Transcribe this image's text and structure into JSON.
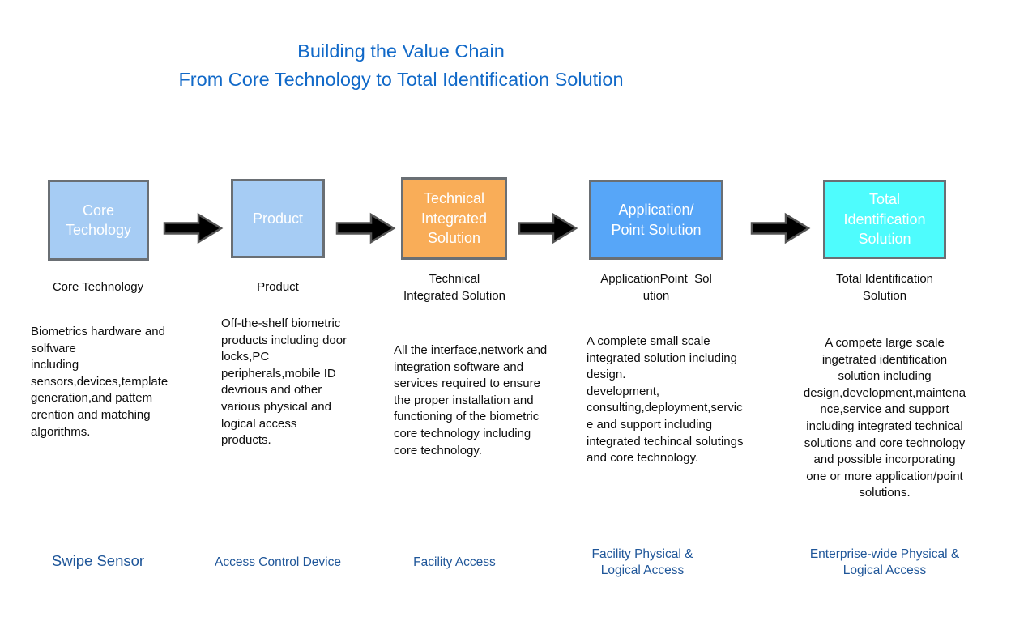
{
  "title": {
    "text": "Building the Value Chain\nFrom Core Technology to Total Identification Solution",
    "color": "#1169c8"
  },
  "colors": {
    "light_blue_box": "#a6ccf4",
    "orange_box": "#f9ad58",
    "blue_box": "#57a6f8",
    "cyan_box": "#4efcfd",
    "box_border": "#6a6f74",
    "box_text": "#ffffff",
    "body_text": "#0d0d0d",
    "bottom_label_text": "#1f5699",
    "arrow_fill": "#000000",
    "arrow_stroke": "#555555"
  },
  "stages": [
    {
      "box_label": "Core\nTechology",
      "box_color": "#a6ccf4",
      "caption": "Core Technology",
      "description": "Biometrics hardware and\nsolfware\nincluding\nsensors,devices,template\ngeneration,and pattem\ncrention and matching\nalgorithms.",
      "bottom_label": "Swipe Sensor"
    },
    {
      "box_label": "Product",
      "box_color": "#a6ccf4",
      "caption": "Product",
      "description": "Off-the-shelf biometric\nproducts including door\nlocks,PC\nperipherals,mobile ID\ndevrious and other\nvarious physical and\nlogical access\nproducts.",
      "bottom_label": "Access Control Device"
    },
    {
      "box_label": "Technical\nIntegrated\nSolution",
      "box_color": "#f9ad58",
      "caption": "Technical\nIntegrated Solution",
      "description": "All the interface,network and\nintegration software and\nservices required to ensure\nthe proper installation and\nfunctioning of the biometric\ncore technology including\ncore technology.",
      "bottom_label": "Facility Access"
    },
    {
      "box_label": "Application/\nPoint Solution",
      "box_color": "#57a6f8",
      "caption": "ApplicationPoint  Sol\nution",
      "description": "A complete small scale\nintegrated solution including\ndesign.\ndevelopment,\nconsulting,deployment,servic\ne and support including\nintegrated techincal solutings\nand core technology.",
      "bottom_label": "Facility Physical &\nLogical Access"
    },
    {
      "box_label": "Total\nIdentification\nSolution",
      "box_color": "#4efcfd",
      "caption": "Total Identification\nSolution",
      "description": "A compete large scale\ningetrated identification\nsolution including\ndesign,development,maintena\nnce,service and support\nincluding integrated technical\nsolutions and core technology\nand possible incorporating\none or more application/point\nsolutions.",
      "bottom_label": "Enterprise-wide Physical &\nLogical Access"
    }
  ]
}
